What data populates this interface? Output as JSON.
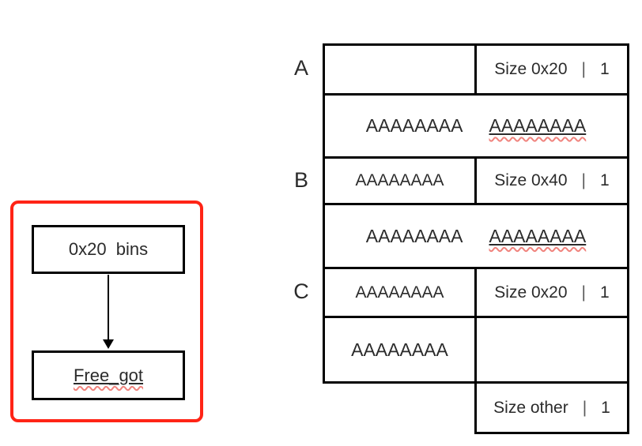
{
  "pointer_diagram": {
    "bins_label": "0x20  bins",
    "target_label": "Free_got"
  },
  "heap_table": {
    "rows": {
      "a": {
        "label": "A",
        "header_left": "",
        "size": "Size 0x20",
        "sep": "|",
        "flag": "1",
        "data_first": "AAAAAAAA",
        "data_second": "AAAAAAAA"
      },
      "b": {
        "label": "B",
        "header_left": "AAAAAAAA",
        "size": "Size 0x40",
        "sep": "|",
        "flag": "1",
        "data_first": "AAAAAAAA",
        "data_second": "AAAAAAAA"
      },
      "c": {
        "label": "C",
        "header_left": "AAAAAAAA",
        "size": "Size 0x20",
        "sep": "|",
        "flag": "1",
        "data_first": "AAAAAAAA"
      },
      "footer": {
        "size": "Size other",
        "sep": "|",
        "flag": "1"
      }
    }
  },
  "colors": {
    "accent_red": "#ff2416",
    "squiggle_red": "#f0837d",
    "line_black": "#000000",
    "text": "#2b2b2b"
  }
}
